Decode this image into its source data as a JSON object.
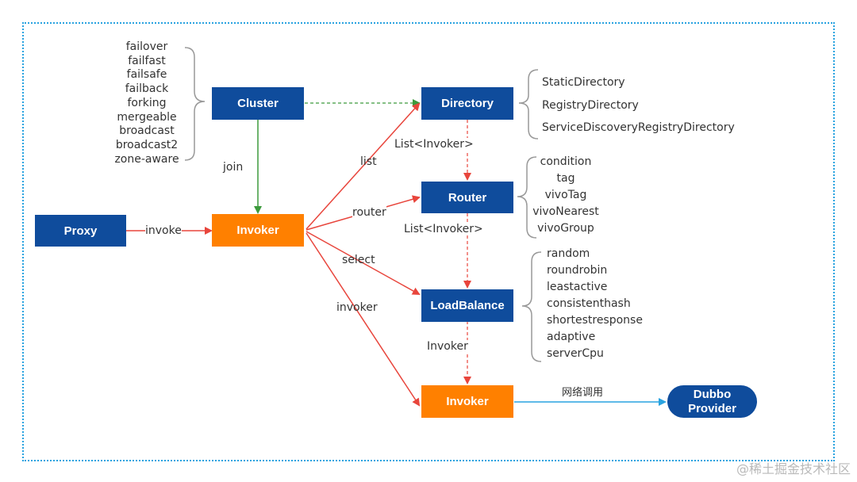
{
  "nodes": {
    "cluster": "Cluster",
    "directory": "Directory",
    "proxy": "Proxy",
    "invoker_main": "Invoker",
    "router": "Router",
    "loadbalance": "LoadBalance",
    "invoker_target": "Invoker",
    "provider_line1": "Dubbo",
    "provider_line2": "Provider"
  },
  "cluster_strategies": [
    "failover",
    "failfast",
    "failsafe",
    "failback",
    "forking",
    "mergeable",
    "broadcast",
    "broadcast2",
    "zone-aware"
  ],
  "directory_types": [
    "StaticDirectory",
    "RegistryDirectory",
    "ServiceDiscoveryRegistryDirectory"
  ],
  "router_types": [
    "condition",
    "tag",
    "vivoTag",
    "vivoNearest",
    "vivoGroup"
  ],
  "loadbalance_types": [
    "random",
    "roundrobin",
    "leastactive",
    "consistenthash",
    "shortestresponse",
    "adaptive",
    "serverCpu"
  ],
  "edge_labels": {
    "join": "join",
    "invoke": "invoke",
    "list": "list",
    "router": "router",
    "select": "select",
    "invoker": "invoker",
    "dir_to_router": "List<Invoker>",
    "router_to_lb": "List<Invoker>",
    "lb_to_invoker": "Invoker",
    "network": "网络调用"
  },
  "watermark": "@稀土掘金技术社区",
  "colors": {
    "blue_node": "#0f4c9c",
    "orange_node": "#ff8000",
    "red_edge": "#e8453c",
    "green_edge": "#3c9a3c",
    "light_blue_edge": "#29a3e0",
    "frame": "#29a3e0"
  }
}
